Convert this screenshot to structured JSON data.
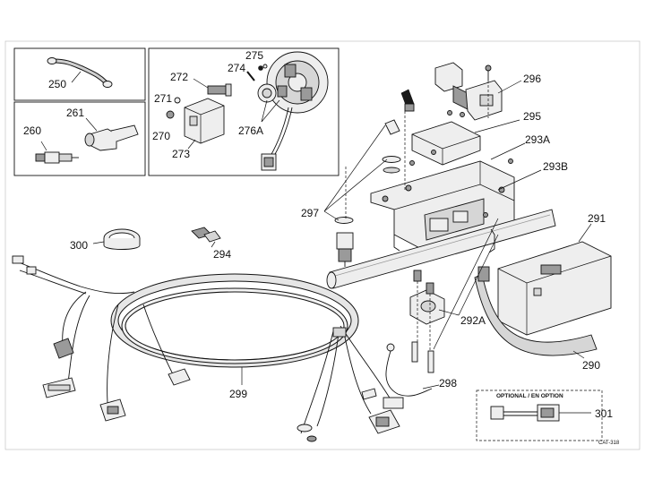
{
  "diagram": {
    "callouts": {
      "c250": "250",
      "c261": "261",
      "c260": "260",
      "c272": "272",
      "c271": "271",
      "c270": "270",
      "c273": "273",
      "c275": "275",
      "c274": "274",
      "c276a": "276A",
      "c296": "296",
      "c295": "295",
      "c293a": "293A",
      "c293b": "293B",
      "c297": "297",
      "c291": "291",
      "c300": "300",
      "c294": "294",
      "c292a": "292A",
      "c290": "290",
      "c299": "299",
      "c298": "298",
      "c301": "301"
    },
    "optional_label": "OPTIONAL / EN OPTION",
    "catalog_code": "CAT-318"
  }
}
